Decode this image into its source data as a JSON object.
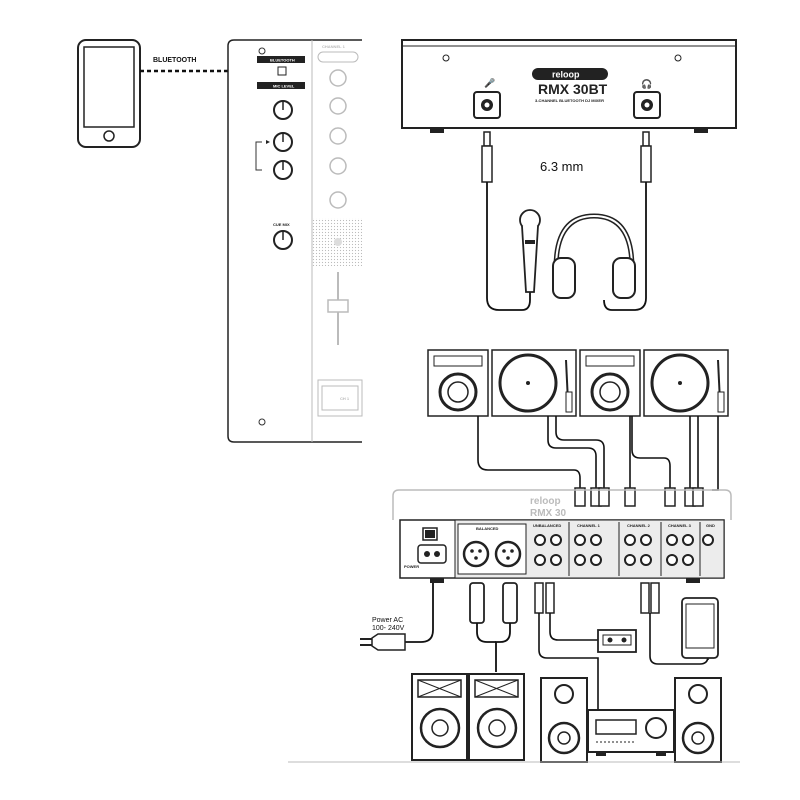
{
  "bluetooth_label": "BLUETOOTH",
  "cable_size": "6.3 mm",
  "power_label_line1": "Power AC",
  "power_label_line2": "100- 240V",
  "brand": "reloop",
  "model": "RMX 30BT",
  "model_subtitle": "3-CHANNEL BLUETOOTH DJ MIXER",
  "panel_bluetooth": "BLUETOOTH",
  "panel_mic_level": "MIC LEVEL",
  "panel_channel": "CHANNEL 1",
  "panel_ch1": "CH 1",
  "rear_balanced": "BALANCED",
  "rear_unbalanced": "UNBALANCED",
  "rear_channel1": "CHANNEL 1",
  "rear_channel2": "CHANNEL 2",
  "rear_channel3": "CHANNEL 3",
  "rear_gnd": "GND",
  "rear_power": "POWER",
  "colors": {
    "line": "#111111",
    "faded": "#bbbbbb",
    "panel_fill": "#ececec"
  }
}
